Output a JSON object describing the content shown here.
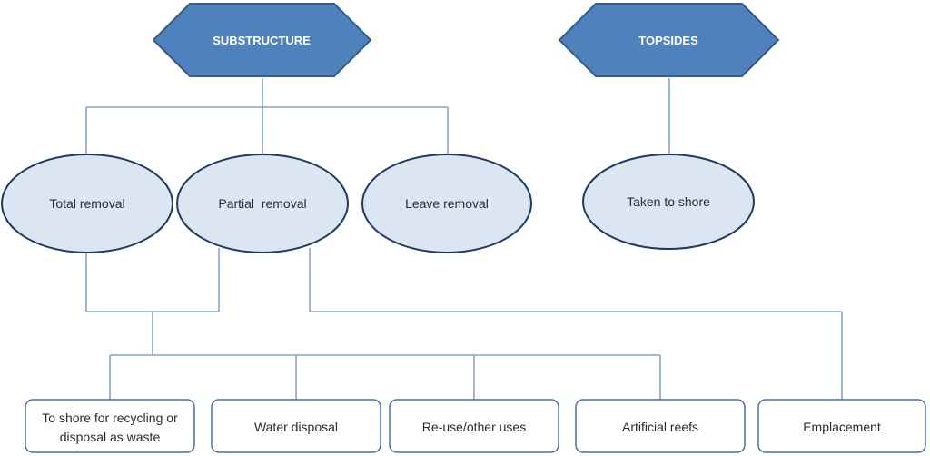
{
  "colors": {
    "hexagon_fill": "#4f81bd",
    "hexagon_stroke": "#385d8a",
    "ellipse_fill": "#dce6f2",
    "ellipse_stroke": "#1f3a5f",
    "connector": "#6f8fb8",
    "box_stroke": "#4a6fa0"
  },
  "categories": {
    "substructure": "SUBSTRUCTURE",
    "topsides": "TOPSIDES"
  },
  "options": {
    "total_removal": "Total removal",
    "partial_removal": "Partial  removal",
    "leave_removal": "Leave removal",
    "taken_to_shore": "Taken to shore"
  },
  "outcomes": {
    "to_shore_line1": "To shore for recycling or",
    "to_shore_line2": "disposal as waste",
    "water_disposal": "Water disposal",
    "reuse": "Re-use/other uses",
    "artificial_reefs": "Artificial reefs",
    "emplacement": "Emplacement"
  }
}
